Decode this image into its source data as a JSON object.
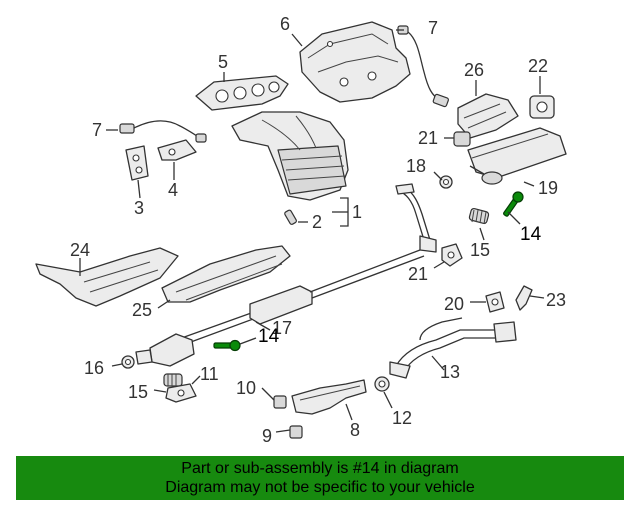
{
  "callouts": {
    "p1": "1",
    "p2": "2",
    "p3": "3",
    "p4": "4",
    "p5": "5",
    "p6": "6",
    "p7a": "7",
    "p7b": "7",
    "p8": "8",
    "p9": "9",
    "p10": "10",
    "p11": "11",
    "p12": "12",
    "p13": "13",
    "p14a": "14",
    "p14b": "14",
    "p15a": "15",
    "p15b": "15",
    "p16": "16",
    "p17": "17",
    "p18": "18",
    "p19": "19",
    "p20": "20",
    "p21a": "21",
    "p21b": "21",
    "p22": "22",
    "p23": "23",
    "p24": "24",
    "p25": "25",
    "p26": "26"
  },
  "highlight": {
    "part_number": "14",
    "color": "#0a8a0a"
  },
  "banner": {
    "line1": "Part or sub-assembly is #14 in diagram",
    "line2": "Diagram may not be specific to your vehicle",
    "background": "#178a0f"
  }
}
